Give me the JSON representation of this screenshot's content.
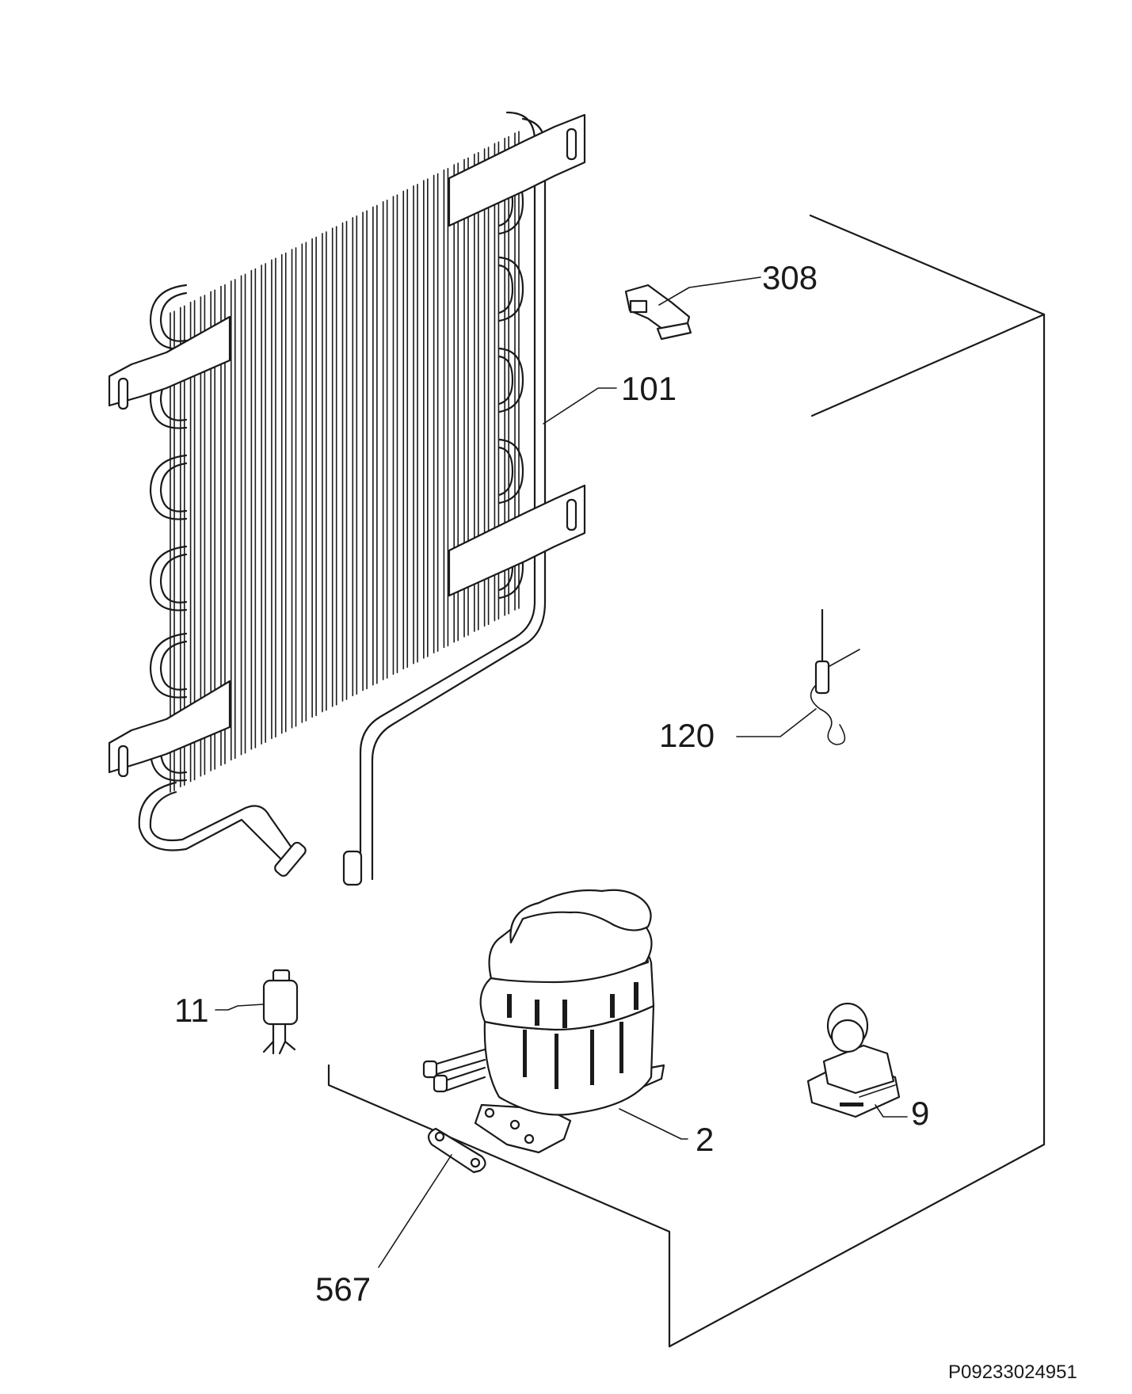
{
  "parts": [
    {
      "id": "308",
      "label": "308"
    },
    {
      "id": "101",
      "label": "101"
    },
    {
      "id": "120",
      "label": "120"
    },
    {
      "id": "11",
      "label": "11"
    },
    {
      "id": "2",
      "label": "2"
    },
    {
      "id": "9",
      "label": "9"
    },
    {
      "id": "567",
      "label": "567"
    }
  ],
  "drawing_code": "P09233024951"
}
